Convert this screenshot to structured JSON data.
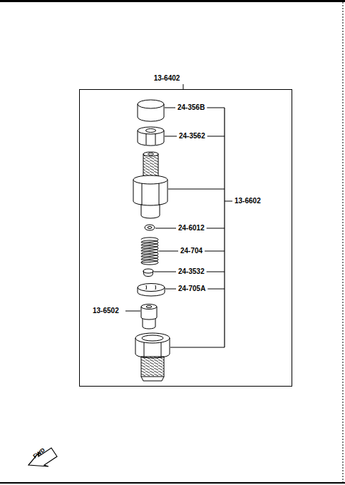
{
  "diagram": {
    "nodes": [
      {
        "text": [
          "13-6402"
        ]
      }
    ],
    "labels": [
      "24-356B",
      "24-3562",
      "13-6602",
      "24-6012",
      "24-704",
      "24-3532",
      "24-705A",
      "13-6502",
      "FWD"
    ]
  }
}
